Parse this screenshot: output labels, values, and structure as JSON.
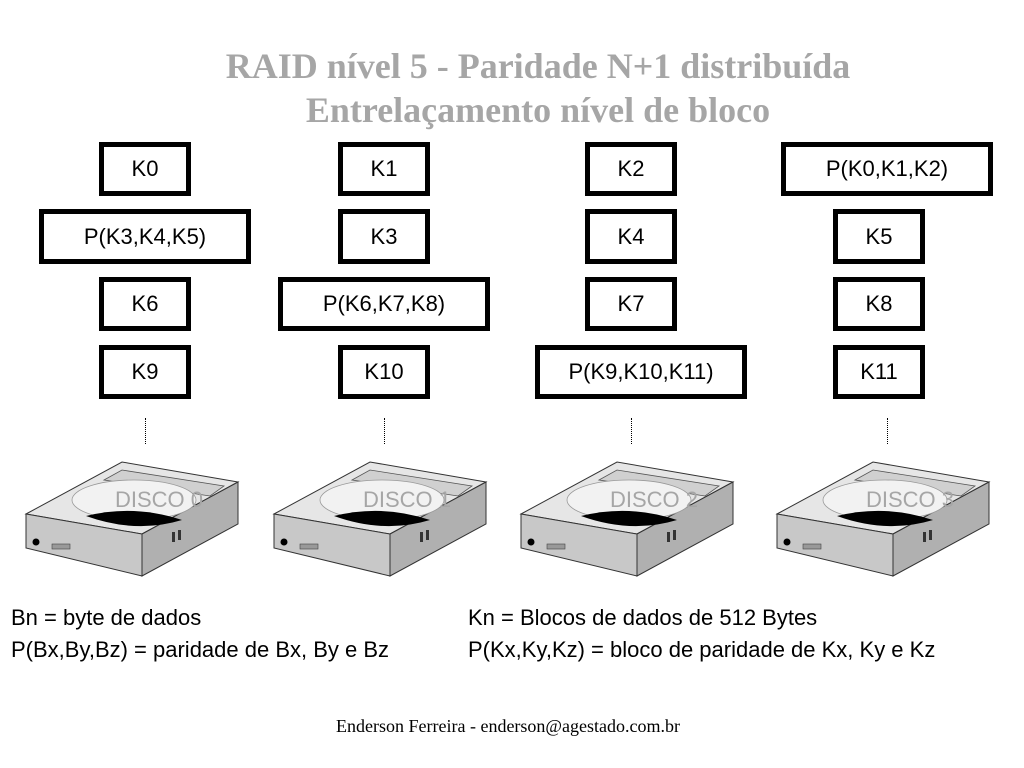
{
  "title": {
    "line1": "RAID nível 5 - Paridade N+1 distribuída",
    "line2": "Entrelaçamento nível de bloco"
  },
  "disks": [
    {
      "label": "DISCO 0",
      "blocks": [
        "K0",
        "P(K3,K4,K5)",
        "K6",
        "K9"
      ]
    },
    {
      "label": "DISCO 1",
      "blocks": [
        "K1",
        "K3",
        "P(K6,K7,K8)",
        "K10"
      ]
    },
    {
      "label": "DISCO 2",
      "blocks": [
        "K2",
        "K4",
        "K7",
        "P(K9,K10,K11)"
      ]
    },
    {
      "label": "DISCO 3",
      "blocks": [
        "P(K0,K1,K2)",
        "K5",
        "K8",
        "K11"
      ]
    }
  ],
  "legend": {
    "left": [
      "Bn = byte de dados",
      "P(Bx,By,Bz) = paridade de Bx, By e Bz"
    ],
    "right": [
      "Kn = Blocos de dados de 512 Bytes",
      "P(Kx,Ky,Kz) = bloco de paridade de Kx, Ky e Kz"
    ]
  },
  "footer": "Enderson Ferreira - enderson@agestado.com.br"
}
